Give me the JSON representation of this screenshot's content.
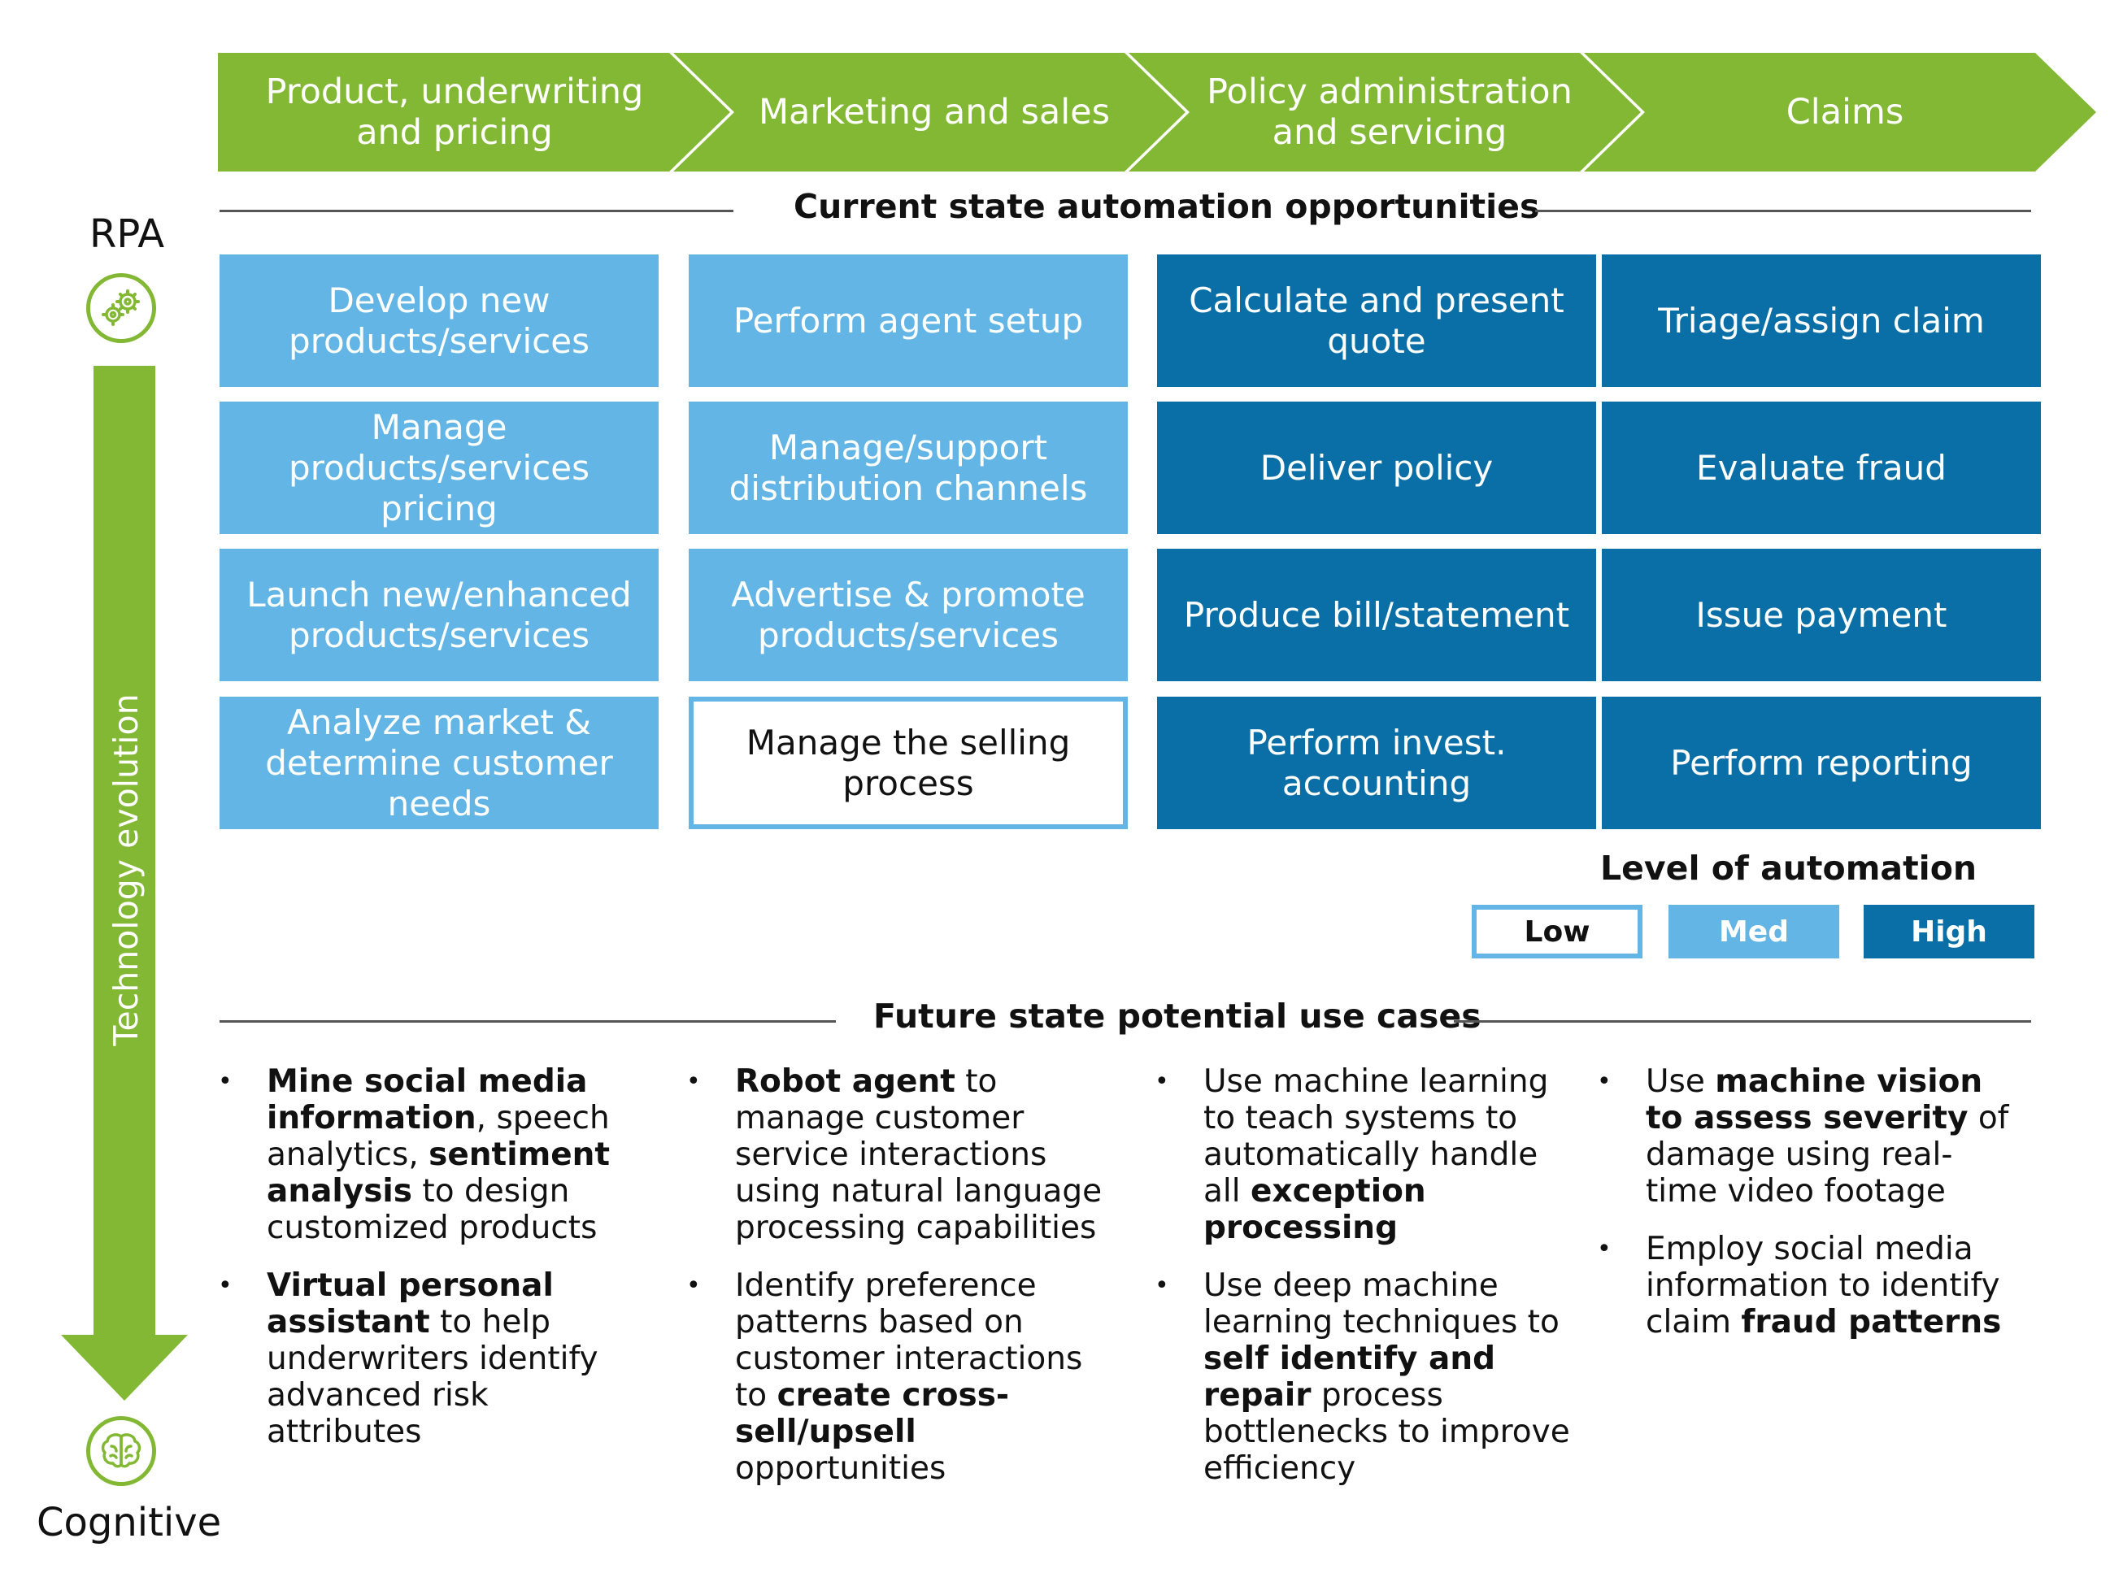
{
  "value_chain": [
    {
      "label": "Product, underwriting and pricing"
    },
    {
      "label": "Marketing and sales"
    },
    {
      "label": "Policy administration and servicing"
    },
    {
      "label": "Claims"
    }
  ],
  "current_state": {
    "title": "Current state automation opportunities",
    "columns": [
      [
        {
          "text": "Develop new products/services",
          "level": "Med"
        },
        {
          "text": "Manage products/services pricing",
          "level": "Med"
        },
        {
          "text": "Launch new/enhanced products/services",
          "level": "Med"
        },
        {
          "text": "Analyze market & determine customer needs",
          "level": "Med"
        }
      ],
      [
        {
          "text": "Perform agent setup",
          "level": "Med"
        },
        {
          "text": "Manage/support distribution channels",
          "level": "Med"
        },
        {
          "text": "Advertise & promote products/services",
          "level": "Med"
        },
        {
          "text": "Manage the selling process",
          "level": "Low"
        }
      ],
      [
        {
          "text": "Calculate and present quote",
          "level": "High"
        },
        {
          "text": "Deliver policy",
          "level": "High"
        },
        {
          "text": "Produce bill/statement",
          "level": "High"
        },
        {
          "text": "Perform invest. accounting",
          "level": "High"
        }
      ],
      [
        {
          "text": "Triage/assign claim",
          "level": "High"
        },
        {
          "text": "Evaluate fraud",
          "level": "High"
        },
        {
          "text": "Issue payment",
          "level": "High"
        },
        {
          "text": "Perform reporting",
          "level": "High"
        }
      ]
    ]
  },
  "legend": {
    "title": "Level of automation",
    "low": "Low",
    "med": "Med",
    "high": "High",
    "colors": {
      "low_border": "#62b5e5",
      "med": "#62b5e5",
      "high": "#0a6fa6"
    }
  },
  "side": {
    "top_label": "RPA",
    "bottom_label": "Cognitive",
    "axis_label": "Technology evolution",
    "top_icon": "gears-icon",
    "bottom_icon": "brain-icon",
    "accent": "#82b833"
  },
  "future_state": {
    "title": "Future state potential use cases",
    "columns": [
      [
        [
          {
            "t": "Mine social media information",
            "b": true
          },
          {
            "t": ", speech analytics, ",
            "b": false
          },
          {
            "t": "sentiment analysis",
            "b": true
          },
          {
            "t": " to design customized products",
            "b": false
          }
        ],
        [
          {
            "t": "Virtual personal assistant",
            "b": true
          },
          {
            "t": " to help underwriters identify advanced risk attributes",
            "b": false
          }
        ]
      ],
      [
        [
          {
            "t": "Robot agent",
            "b": true
          },
          {
            "t": " to manage customer service interactions using natural language processing capabilities",
            "b": false
          }
        ],
        [
          {
            "t": "Identify preference patterns based on customer interactions to ",
            "b": false
          },
          {
            "t": "create cross-sell/upsell",
            "b": true
          },
          {
            "t": " opportunities",
            "b": false
          }
        ]
      ],
      [
        [
          {
            "t": "Use machine learning to teach systems to automatically handle all ",
            "b": false
          },
          {
            "t": "exception processing",
            "b": true
          }
        ],
        [
          {
            "t": "Use deep machine learning techniques to ",
            "b": false
          },
          {
            "t": "self identify and repair",
            "b": true
          },
          {
            "t": " process bottlenecks to improve efficiency",
            "b": false
          }
        ]
      ],
      [
        [
          {
            "t": "Use ",
            "b": false
          },
          {
            "t": "machine vision to assess severity",
            "b": true
          },
          {
            "t": " of damage using real-time video footage",
            "b": false
          }
        ],
        [
          {
            "t": "Employ social media information to identify claim ",
            "b": false
          },
          {
            "t": "fraud patterns",
            "b": true
          }
        ]
      ]
    ]
  }
}
